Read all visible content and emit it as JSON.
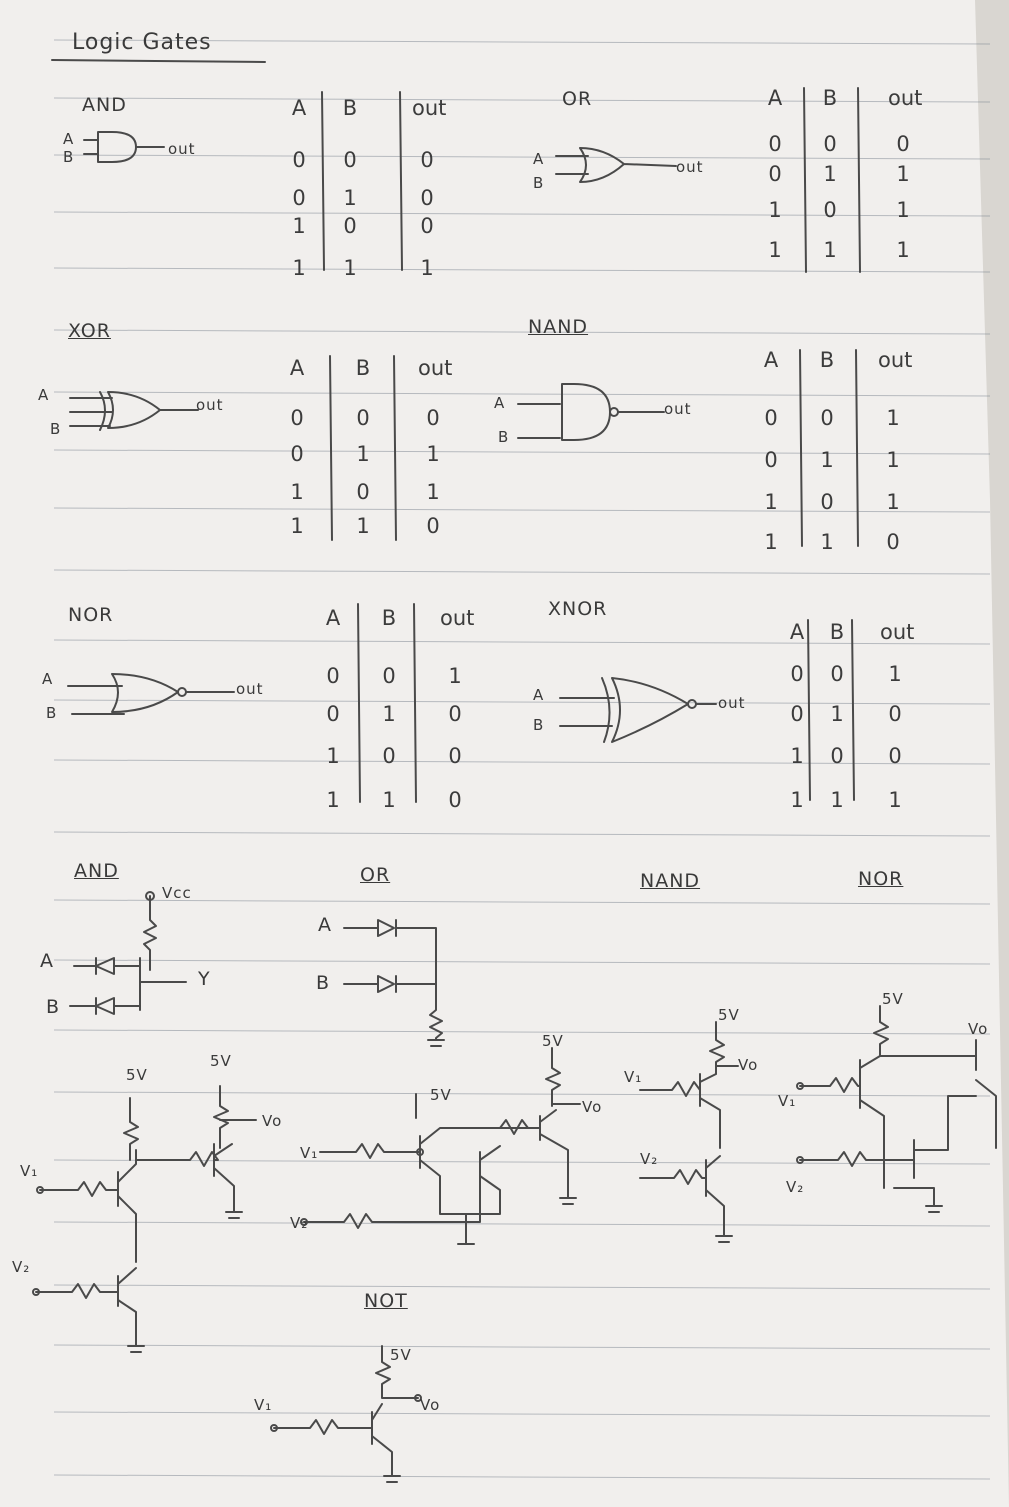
{
  "page_title": "Logic Gates",
  "labels": {
    "and": "AND",
    "or": "OR",
    "xor": "XOR",
    "nand": "NAND",
    "nor": "NOR",
    "xnor": "XNOR",
    "circuits_and": "AND",
    "circuits_or": "OR",
    "circuits_nand": "NAND",
    "circuits_nor": "NOR",
    "circuits_not": "NOT"
  },
  "pins": {
    "a": "A",
    "b": "B",
    "out": "out",
    "vcc": "Vcc",
    "y": "Y",
    "v1": "V₁",
    "v2": "V₂",
    "vo": "Vo",
    "v5": "5V"
  },
  "truth_tables": {
    "header": [
      "A",
      "B",
      "out"
    ],
    "and": [
      [
        "0",
        "0",
        "0"
      ],
      [
        "0",
        "1",
        "0"
      ],
      [
        "1",
        "0",
        "0"
      ],
      [
        "1",
        "1",
        "1"
      ]
    ],
    "or": [
      [
        "0",
        "0",
        "0"
      ],
      [
        "0",
        "1",
        "1"
      ],
      [
        "1",
        "0",
        "1"
      ],
      [
        "1",
        "1",
        "1"
      ]
    ],
    "xor": [
      [
        "0",
        "0",
        "0"
      ],
      [
        "0",
        "1",
        "1"
      ],
      [
        "1",
        "0",
        "1"
      ],
      [
        "1",
        "1",
        "0"
      ]
    ],
    "nand": [
      [
        "0",
        "0",
        "1"
      ],
      [
        "0",
        "1",
        "1"
      ],
      [
        "1",
        "0",
        "1"
      ],
      [
        "1",
        "1",
        "0"
      ]
    ],
    "nor": [
      [
        "0",
        "0",
        "1"
      ],
      [
        "0",
        "1",
        "0"
      ],
      [
        "1",
        "0",
        "0"
      ],
      [
        "1",
        "1",
        "0"
      ]
    ],
    "xnor": [
      [
        "0",
        "0",
        "1"
      ],
      [
        "0",
        "1",
        "0"
      ],
      [
        "1",
        "0",
        "0"
      ],
      [
        "1",
        "1",
        "1"
      ]
    ]
  },
  "colors": {
    "paper": "#f1efed",
    "ink": "#4a4a4a",
    "rule": "#6f7a86"
  }
}
